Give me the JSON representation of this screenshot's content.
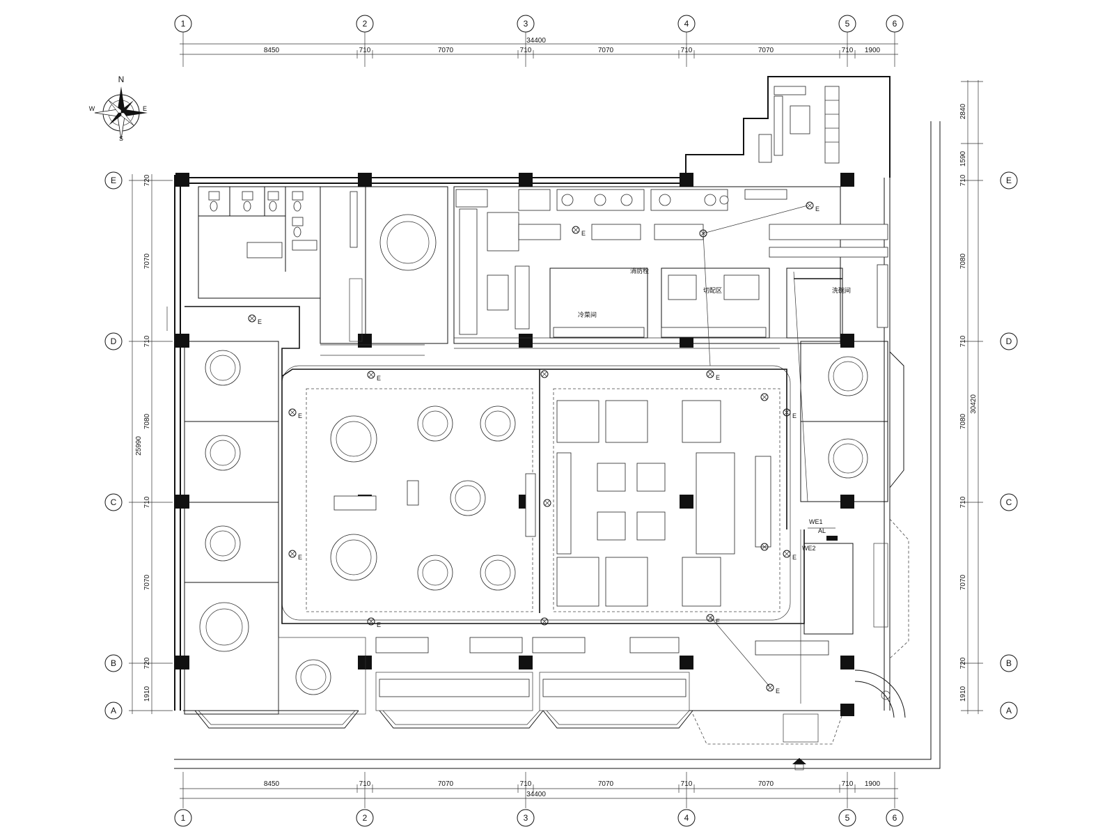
{
  "drawing": {
    "compass": {
      "north": "N",
      "south": "S",
      "east": "E",
      "west": "W"
    },
    "grid_columns": [
      "1",
      "2",
      "3",
      "4",
      "5",
      "6"
    ],
    "grid_rows": [
      "E",
      "D",
      "C",
      "B",
      "A"
    ],
    "top_dimensions": {
      "total": "34400",
      "segments": [
        "8450",
        "710",
        "7070",
        "710",
        "7070",
        "710",
        "7070",
        "710",
        "1900"
      ]
    },
    "bottom_dimensions": {
      "total": "34400",
      "segments": [
        "8450",
        "710",
        "7070",
        "710",
        "7070",
        "710",
        "7070",
        "710",
        "1900"
      ]
    },
    "left_dimensions": {
      "total": "25990",
      "segments": [
        "720",
        "7070",
        "710",
        "7080",
        "710",
        "7070",
        "720",
        "1910"
      ]
    },
    "right_dimensions": {
      "total": "30420",
      "segments": [
        "2840",
        "1590",
        "710",
        "7080",
        "710",
        "7080",
        "710",
        "7070",
        "720",
        "1910"
      ]
    },
    "room_labels": {
      "cold_dish_room": "冷菜间",
      "cutting_area": "切配区",
      "dishwashing_room": "洗碗间",
      "fire_hydrant": "消防栓",
      "panel_we1": "WE1",
      "panel_al": "AL",
      "panel_we2": "WE2"
    },
    "emergency_light_symbol": "E"
  }
}
